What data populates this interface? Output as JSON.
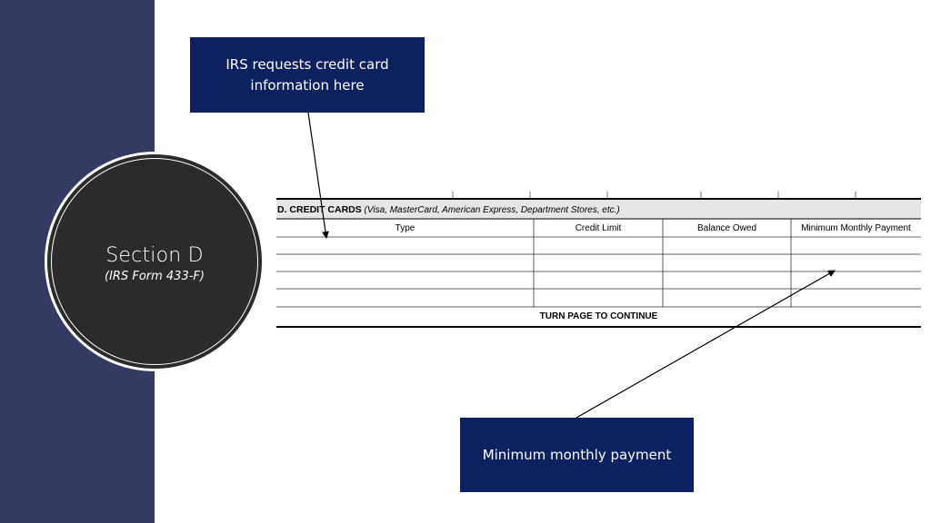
{
  "slide": {
    "section_title": "Section D",
    "section_subtitle": "(IRS Form 433-F)",
    "callout_top": "IRS requests credit card information here",
    "callout_bottom": "Minimum monthly payment"
  },
  "form": {
    "section_label": "D. CREDIT CARDS",
    "section_note": "(Visa, MasterCard, American Express, Department Stores, etc.)",
    "columns": [
      "Type",
      "Credit Limit",
      "Balance Owed",
      "Minimum Monthly Payment"
    ],
    "footer": "TURN PAGE TO CONTINUE"
  },
  "colors": {
    "sidebar": "#333a63",
    "callout": "#0d2160",
    "circle": "#2b2b2b",
    "form_header": "#e6e6e6"
  }
}
